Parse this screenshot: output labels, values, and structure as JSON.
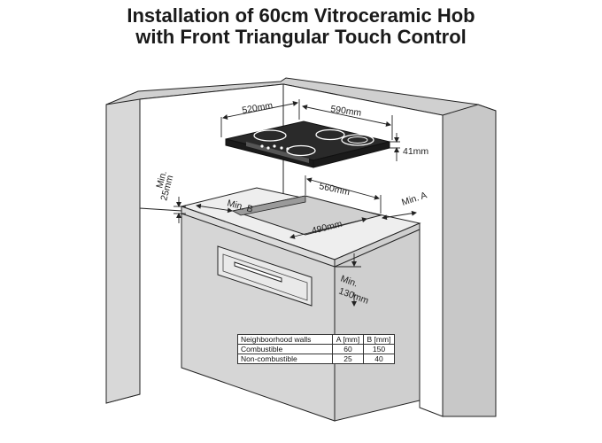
{
  "title": {
    "line1": "Installation of 60cm Vitroceramic Hob",
    "line2": "with Front Triangular Touch Control"
  },
  "dimensions": {
    "hob_depth": "520mm",
    "hob_width": "590mm",
    "hob_height": "41mm",
    "cutout_width": "560mm",
    "cutout_depth": "490mm",
    "min_a": "Min. A",
    "min_b": "Min. B",
    "min_side_line1": "Min.",
    "min_side_line2": "25mm",
    "min_below_line1": "Min.",
    "min_below_line2": "130mm"
  },
  "table": {
    "headers": [
      "Neighboorhood walls",
      "A [mm]",
      "B [mm]"
    ],
    "rows": [
      [
        "Combustible",
        "60",
        "150"
      ],
      [
        "Non-combustible",
        "25",
        "40"
      ]
    ]
  },
  "colors": {
    "wall": "#d2d2d2",
    "cabinet": "#d9d9d9",
    "worktop": "#eeeeee",
    "hob_glass": "#2a2a2a",
    "line": "#222222"
  }
}
